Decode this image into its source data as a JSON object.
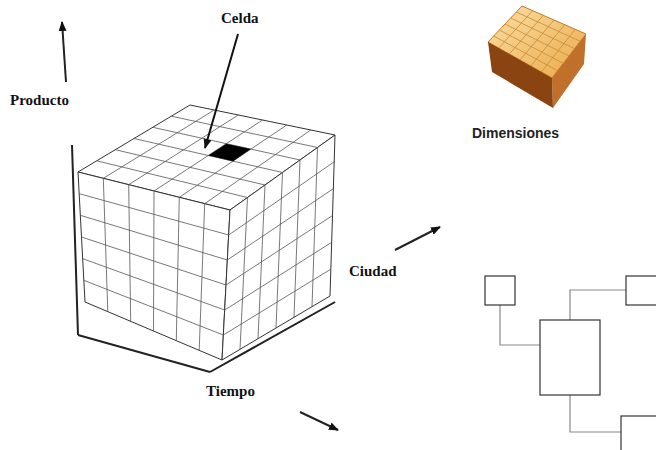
{
  "diagram": {
    "labels": [
      "Celda",
      "Producto",
      "Ciudad",
      "Tiempo",
      "Dimensiones"
    ]
  }
}
